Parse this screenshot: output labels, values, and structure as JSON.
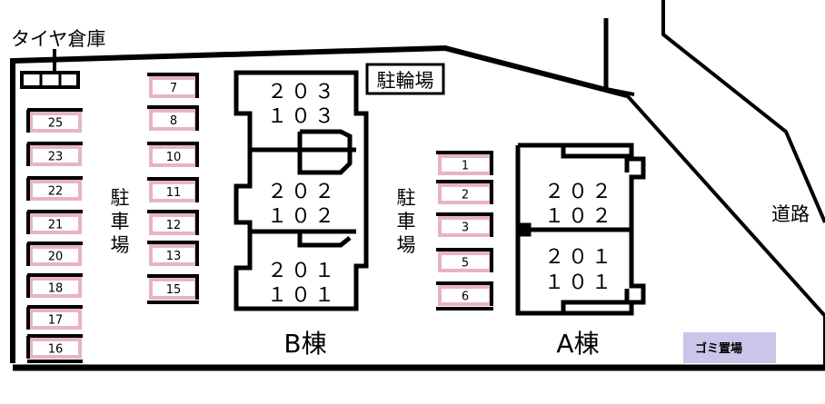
{
  "labels": {
    "tire_storage": "タイヤ倉庫",
    "bicycle_parking": "駐輪場",
    "parking_left": "駐車場",
    "parking_center": "駐車場",
    "road": "道路",
    "garbage": "ゴミ置場",
    "building_a": "A棟",
    "building_b": "B棟"
  },
  "parking_left_col": [
    "25",
    "23",
    "22",
    "21",
    "20",
    "18",
    "17",
    "16"
  ],
  "parking_mid_col": [
    "7",
    "8",
    "10",
    "11",
    "12",
    "13",
    "15"
  ],
  "parking_center_col": [
    "1",
    "2",
    "3",
    "5",
    "6"
  ],
  "building_b_units": {
    "row1": "２０３",
    "row2": "１０３",
    "row3": "２０２",
    "row4": "１０２",
    "row5": "２０１",
    "row6": "１０１"
  },
  "building_a_units": {
    "row1": "２０２",
    "row2": "１０２",
    "row3": "２０１",
    "row4": "１０１"
  },
  "colors": {
    "parking_pink": "#e7b3c8",
    "garbage_fill": "#c9c6ea",
    "line": "#000000"
  }
}
